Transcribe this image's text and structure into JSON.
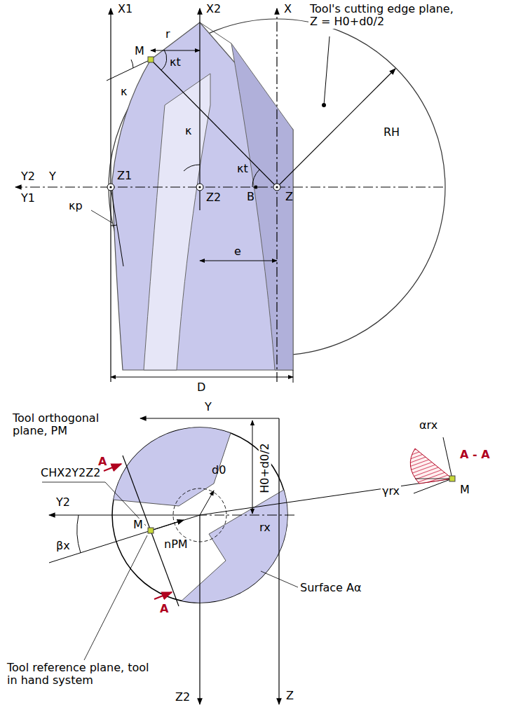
{
  "diagram": {
    "labels": [
      "X1",
      "X2",
      "X",
      "Tool's cutting edge plane, Z = H0+d0/2",
      "r",
      "M",
      "κt",
      "κ",
      "κ",
      "κt",
      "RH",
      "Y2",
      "Y",
      "Z1",
      "Y1",
      "κp",
      "Z2",
      "B",
      "Z",
      "e",
      "D",
      "Y",
      "H0+d0/2",
      "Tool orthogonal plane, PM",
      "CHX2Y2Z2",
      "A",
      "d0",
      "Y2",
      "M",
      "βx",
      "A",
      "nPM",
      "rx",
      "Surface Aα",
      "Tool reference plane, tool in hand system",
      "Z2",
      "Z",
      "A - A",
      "αrx",
      "γrx",
      "M"
    ]
  }
}
